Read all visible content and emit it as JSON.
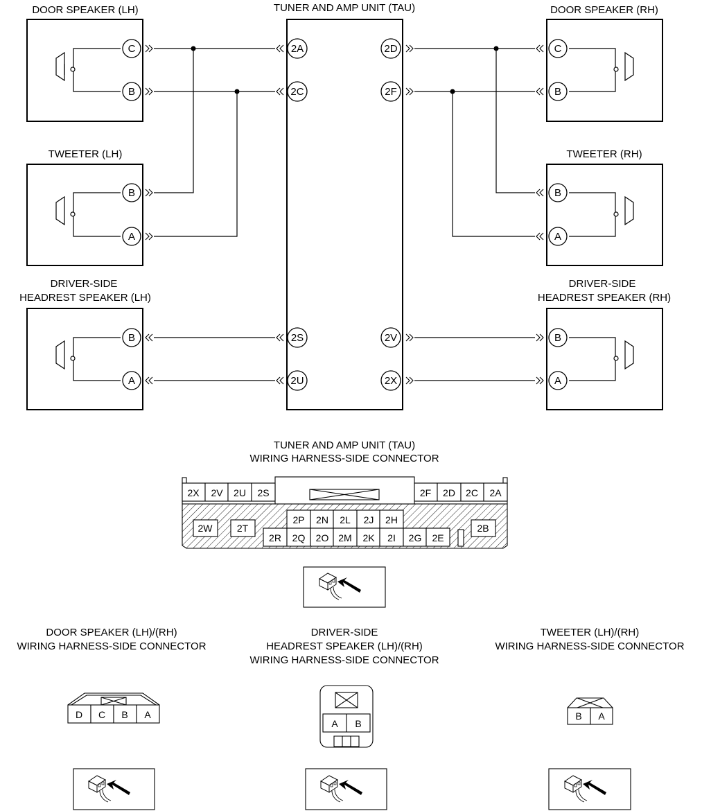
{
  "diagram": {
    "tau_title": "TUNER AND AMP UNIT (TAU)",
    "door_lh_title": "DOOR SPEAKER (LH)",
    "door_rh_title": "DOOR SPEAKER (RH)",
    "tweeter_lh_title": "TWEETER (LH)",
    "tweeter_rh_title": "TWEETER (RH)",
    "headrest_lh_title": [
      "DRIVER-SIDE",
      "HEADREST SPEAKER (LH)"
    ],
    "headrest_rh_title": [
      "DRIVER-SIDE",
      "HEADREST SPEAKER (RH)"
    ],
    "pins": {
      "door_lh": [
        "C",
        "B"
      ],
      "door_rh": [
        "C",
        "B"
      ],
      "tweeter_lh": [
        "B",
        "A"
      ],
      "tweeter_rh": [
        "B",
        "A"
      ],
      "headrest_lh": [
        "B",
        "A"
      ],
      "headrest_rh": [
        "B",
        "A"
      ],
      "tau_left": [
        "2A",
        "2C",
        "2S",
        "2U"
      ],
      "tau_right": [
        "2D",
        "2F",
        "2V",
        "2X"
      ]
    }
  },
  "connectors": {
    "tau_title": [
      "TUNER AND AMP UNIT (TAU)",
      "WIRING HARNESS-SIDE CONNECTOR"
    ],
    "tau_top_left": [
      "2X",
      "2V",
      "2U",
      "2S"
    ],
    "tau_top_right": [
      "2F",
      "2D",
      "2C",
      "2A"
    ],
    "tau_mid_upper": [
      "2P",
      "2N",
      "2L",
      "2J",
      "2H"
    ],
    "tau_mid_lower": [
      "2R",
      "2Q",
      "2O",
      "2M",
      "2K",
      "2I",
      "2G",
      "2E"
    ],
    "tau_side": [
      "2W",
      "2T",
      "2B"
    ],
    "door_title": [
      "DOOR SPEAKER (LH)/(RH)",
      "WIRING HARNESS-SIDE CONNECTOR"
    ],
    "door_cells": [
      "D",
      "C",
      "B",
      "A"
    ],
    "headrest_title": [
      "DRIVER-SIDE",
      "HEADREST SPEAKER (LH)/(RH)",
      "WIRING HARNESS-SIDE CONNECTOR"
    ],
    "headrest_cells": [
      "A",
      "B"
    ],
    "tweeter_title": [
      "TWEETER (LH)/(RH)",
      "WIRING HARNESS-SIDE CONNECTOR"
    ],
    "tweeter_cells": [
      "B",
      "A"
    ]
  }
}
